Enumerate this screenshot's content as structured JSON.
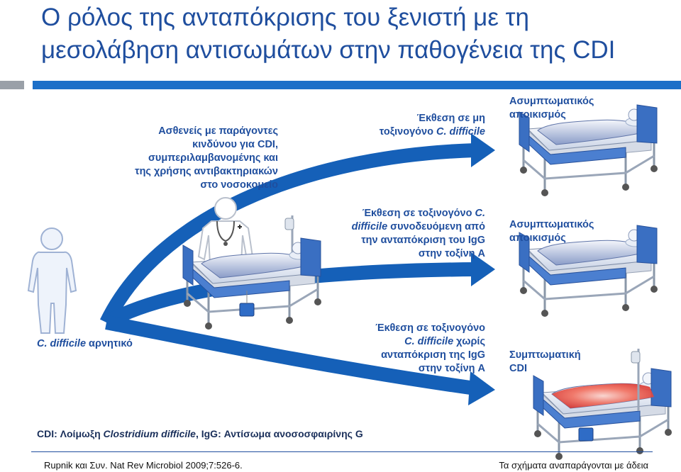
{
  "title": "Ο ρόλος της ανταπόκρισης του ξενιστή  με τη μεσολάβηση αντισωμάτων στην παθογένεια της CDI",
  "labels": {
    "risk": "Ασθενείς με παράγοντες κινδύνου για CDI, συμπεριλαμβανομένης και της χρήσης αντιβακτηριακών στο νοσοκομείο",
    "negative_italic": "C. difficile",
    "negative_rest": " αρνητικό",
    "exp1_pre": "Έκθεση σε μη τοξινογόνο ",
    "exp1_italic": "C. difficile",
    "exp2_pre": "Έκθεση σε τοξινογόνο ",
    "exp2_italic": "C. difficile",
    "exp2_post": " συνοδευόμενη από την ανταπόκριση του IgG στην τοξίνη A",
    "exp3_pre": "Έκθεση σε τοξινογόνο ",
    "exp3_italic": "C. difficile",
    "exp3_post": " χωρίς ανταπόκριση της IgG στην τοξίνη A",
    "out1": "Ασυμπτωματικός αποικισμός",
    "out2": "Ασυμπτωματικός αποικισμός",
    "out3": "Συμπτωματική CDI"
  },
  "legend": {
    "pre": "CDI: Λοίμωξη ",
    "italic": "Clostridium difficile",
    "post": ", IgG: Αντίσωμα ανοσοσφαιρίνης G"
  },
  "footer": {
    "reference": "Rupnik και Συν. Nat Rev Microbiol 2009;7:526-6.",
    "permission": "Τα σχήματα αναπαράγονται με άδεια"
  },
  "colors": {
    "title": "#1f4e9e",
    "arrow": "#1560b8",
    "bar": "#1c6fc8",
    "bed": "#3a6fc2",
    "infected": "#f04a3a"
  }
}
